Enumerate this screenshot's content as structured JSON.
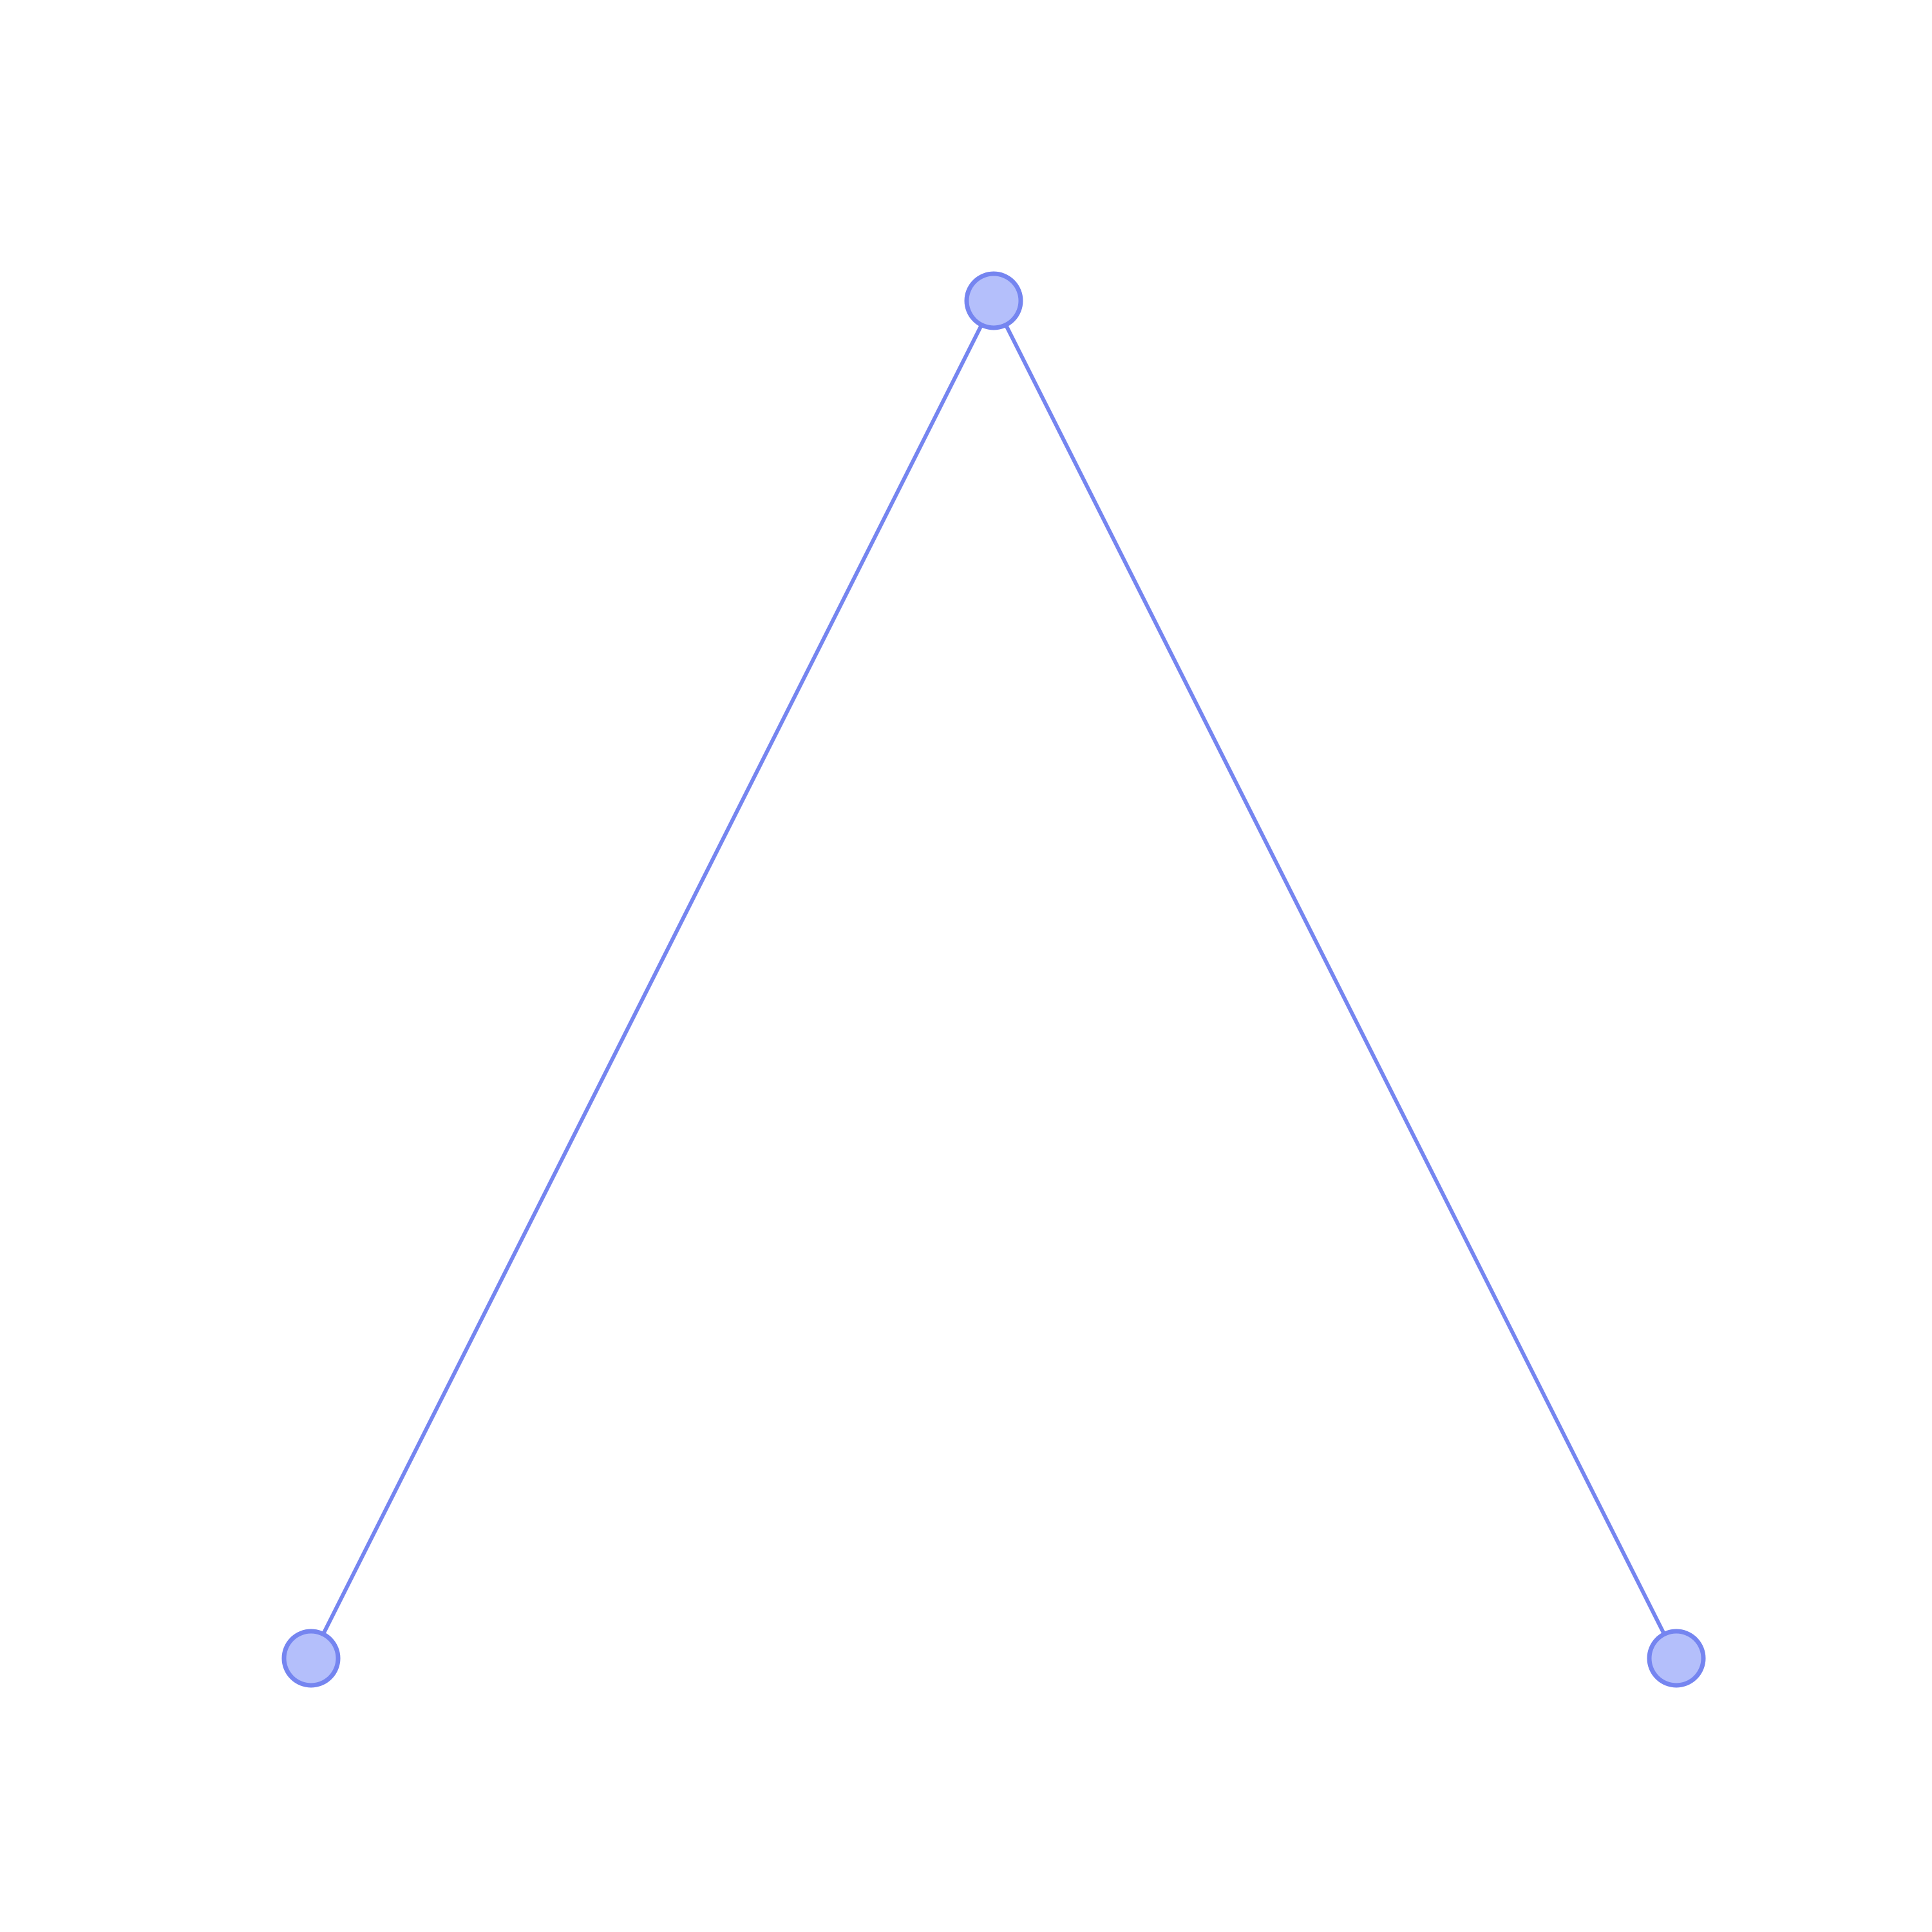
{
  "diagram": {
    "type": "tree",
    "colors": {
      "background": "#ffffff",
      "edge": "#7585f0",
      "node_fill": "#b4bffb",
      "node_stroke": "#7585f0"
    },
    "nodes": [
      {
        "id": "root",
        "label": ""
      },
      {
        "id": "left-leaf",
        "label": ""
      },
      {
        "id": "right-leaf",
        "label": ""
      }
    ],
    "edges": [
      {
        "from": "root",
        "to": "left-leaf"
      },
      {
        "from": "root",
        "to": "right-leaf"
      }
    ]
  }
}
